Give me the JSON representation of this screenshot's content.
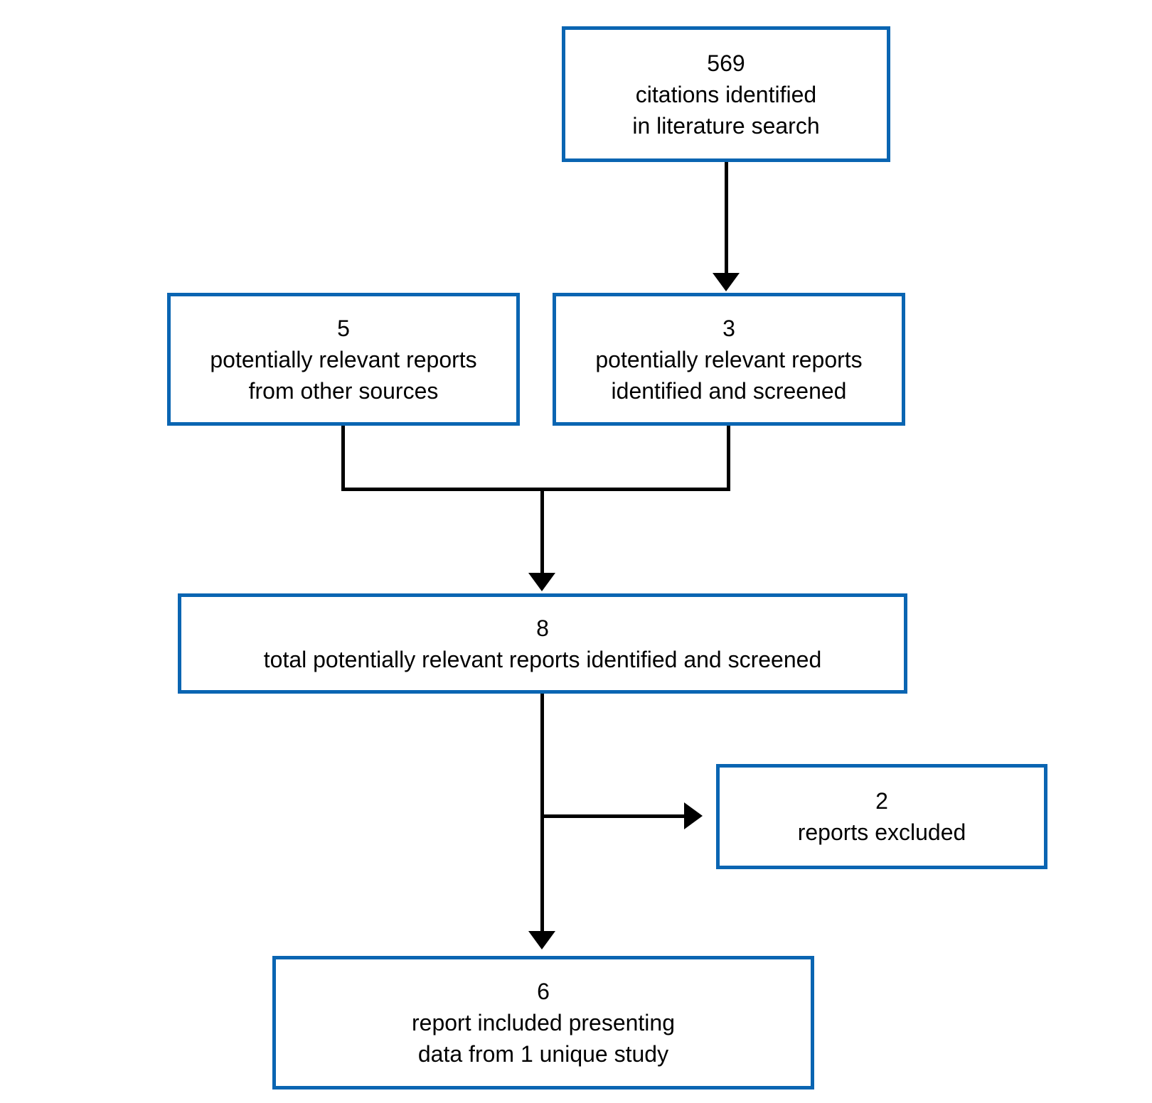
{
  "diagram": {
    "title": "literature-screening-flowchart",
    "background": "#ffffff",
    "box_border_color": "#0a65b2",
    "arrow_color": "#000000",
    "text_color": "#000000",
    "nodes": {
      "citations": {
        "count": "569",
        "label": "citations identified\nin literature search"
      },
      "other": {
        "count": "5",
        "label": "potentially relevant reports\nfrom other sources"
      },
      "screened": {
        "count": "3",
        "label": "potentially relevant reports\nidentified and screened"
      },
      "total": {
        "count": "8",
        "label": "total potentially relevant reports identified and screened"
      },
      "excluded": {
        "count": "2",
        "label": "reports excluded"
      },
      "included": {
        "count": "6",
        "label": "report included presenting\ndata from 1 unique study"
      }
    }
  }
}
